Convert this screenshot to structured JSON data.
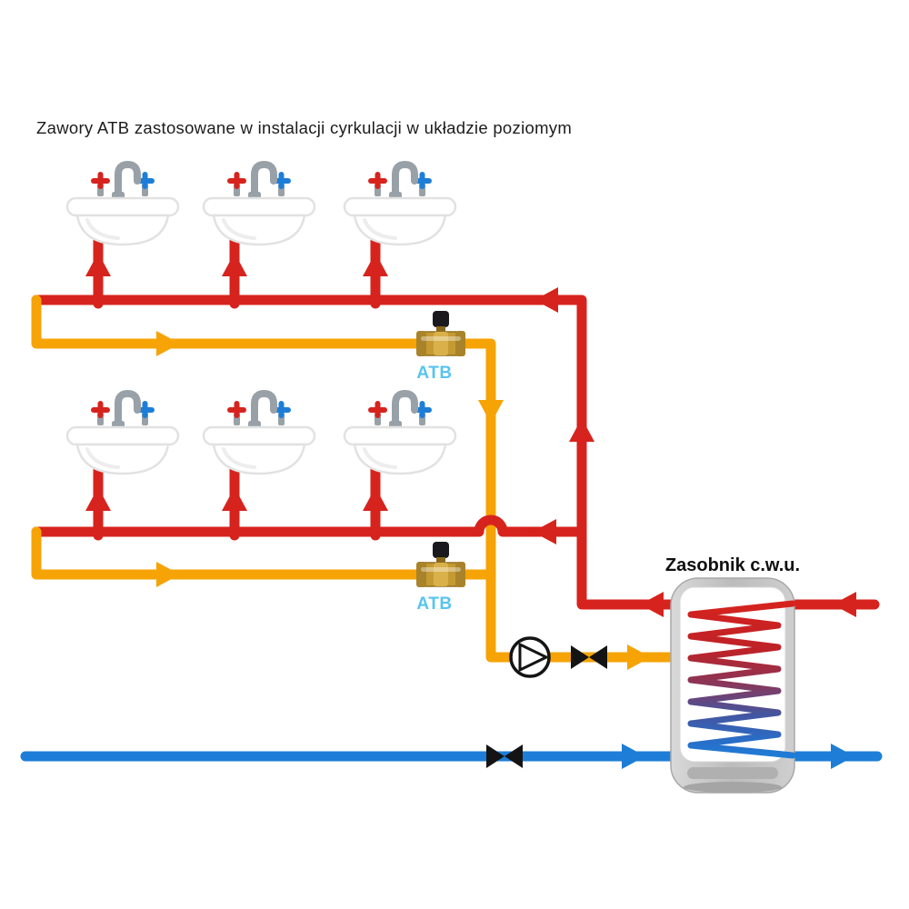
{
  "title": "Zawory ATB zastosowane w instalacji cyrkulacji w układzie poziomym",
  "tank": {
    "label": "Zasobnik c.w.u."
  },
  "valves": {
    "atb_label": "ATB"
  },
  "colors": {
    "hot": "#d7231d",
    "circ": "#f6a305",
    "cold": "#1e7ed7",
    "atb": "#57c4f0",
    "brass": "#c59a33",
    "steel": "#99a1a8",
    "ink": "#141414"
  },
  "icons": {
    "sink": "washbasin-with-faucet",
    "pump": "pump-circle-triangle",
    "check_valve": "check-valve-bowtie",
    "atb_valve": "atb-thermostatic-valve",
    "flow_arrow": "flow-direction-arrow",
    "coil": "heat-exchanger-coil"
  }
}
